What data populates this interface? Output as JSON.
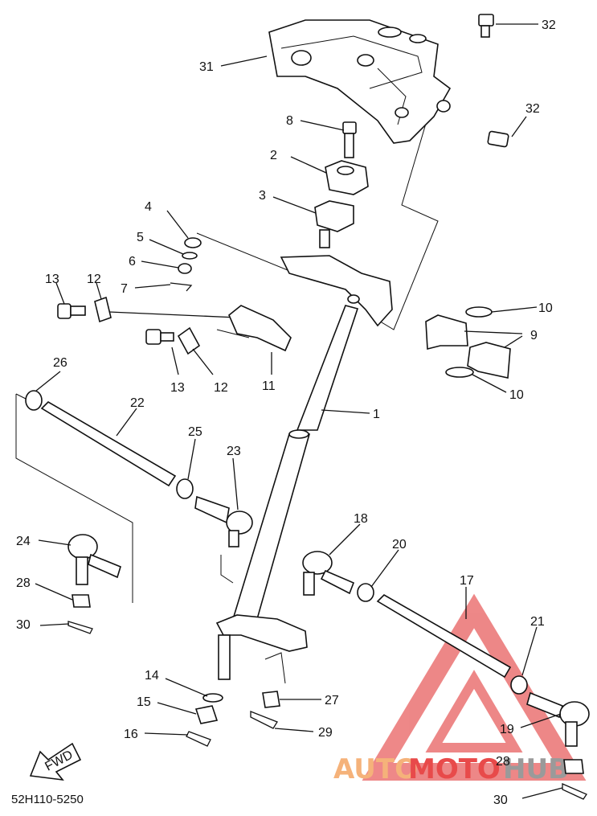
{
  "diagram": {
    "code": "52H110-5250",
    "fwd_label": "FWD",
    "callouts": [
      "32",
      "32",
      "31",
      "8",
      "2",
      "3",
      "4",
      "5",
      "6",
      "7",
      "13",
      "12",
      "12",
      "13",
      "11",
      "10",
      "9",
      "10",
      "1",
      "26",
      "22",
      "25",
      "23",
      "24",
      "28",
      "30",
      "18",
      "20",
      "17",
      "21",
      "14",
      "27",
      "15",
      "16",
      "29",
      "19",
      "28",
      "30"
    ]
  },
  "watermark": {
    "brand_part1": "AUTO",
    "brand_part2": "MOTO",
    "brand_part3": "HUB",
    "colors": {
      "auto": "#f5b27a",
      "moto": "#e84a4a",
      "hub": "#9a9a9a",
      "triangle": "#e86060"
    }
  }
}
